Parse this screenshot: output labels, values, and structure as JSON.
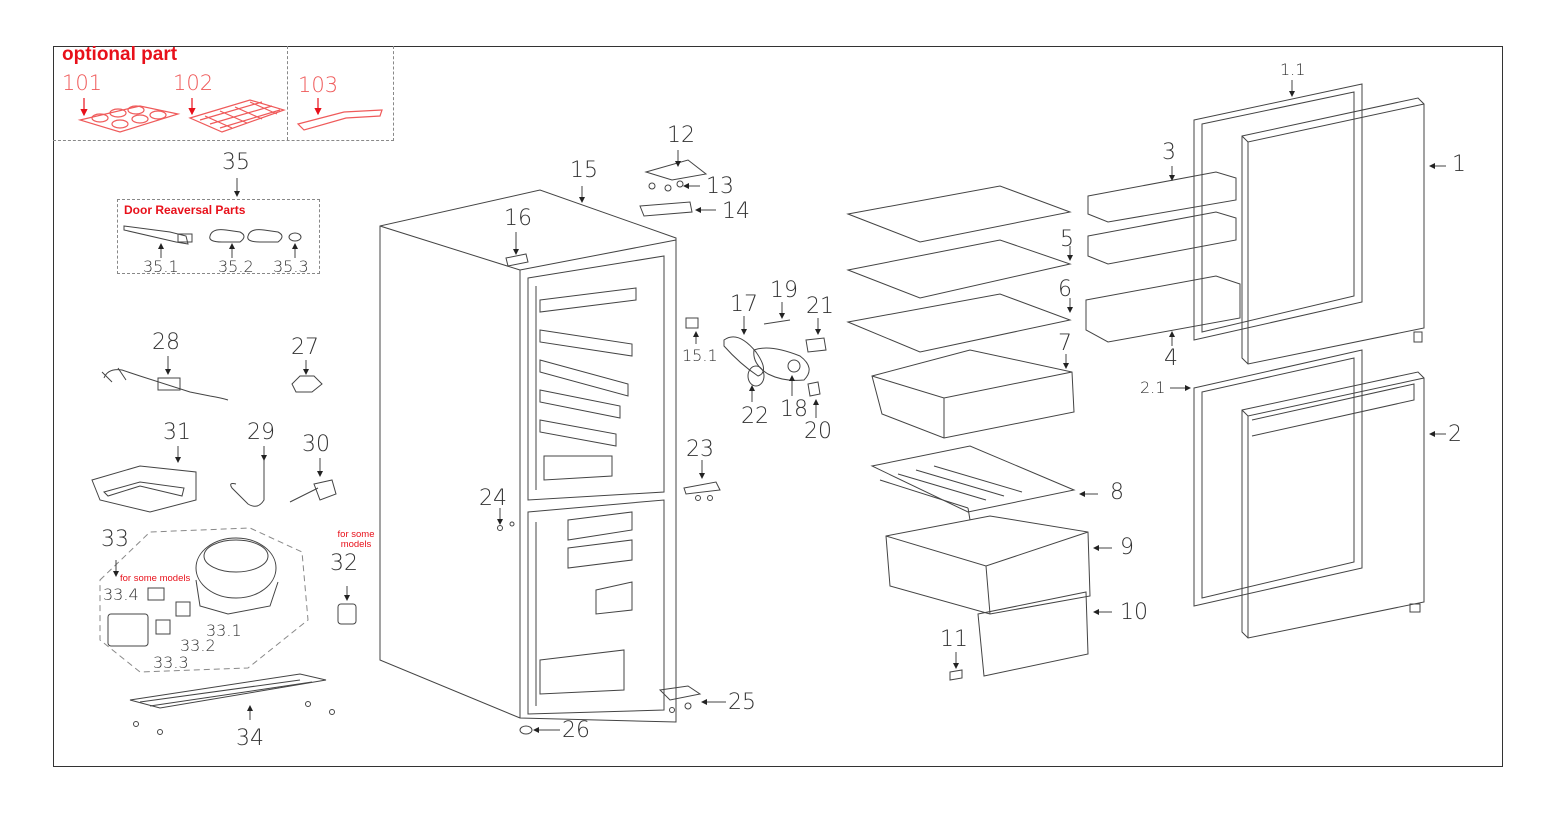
{
  "header": {
    "optional_title": "optional part",
    "door_reversal_title": "Door Reaversal Parts",
    "note_for_some_models_33": "for some models",
    "note_for_some_models_32": "for some\nmodels"
  },
  "callouts": {
    "c101": "101",
    "c102": "102",
    "c103": "103",
    "c35": "35",
    "c35_1": "35.1",
    "c35_2": "35.2",
    "c35_3": "35.3",
    "c28": "28",
    "c27": "27",
    "c31": "31",
    "c29": "29",
    "c30": "30",
    "c33": "33",
    "c33_4": "33.4",
    "c33_1": "33.1",
    "c33_2": "33.2",
    "c33_3": "33.3",
    "c32": "32",
    "c34": "34",
    "c15": "15",
    "c16": "16",
    "c12": "12",
    "c13": "13",
    "c14": "14",
    "c15_1": "15.1",
    "c17": "17",
    "c19": "19",
    "c21": "21",
    "c22": "22",
    "c18": "18",
    "c20": "20",
    "c23": "23",
    "c24": "24",
    "c25": "25",
    "c26": "26",
    "c5": "5",
    "c6": "6",
    "c7": "7",
    "c8": "8",
    "c9": "9",
    "c10": "10",
    "c11b": "11",
    "c1_1": "1.1",
    "c3": "3",
    "c1": "1",
    "c4": "4",
    "c2_1": "2.1",
    "c2": "2"
  },
  "colors": {
    "frame": "#333333",
    "optional_red": "#e8101a",
    "optional_part_lines": "#ef5a5a",
    "line_art": "#444444"
  }
}
